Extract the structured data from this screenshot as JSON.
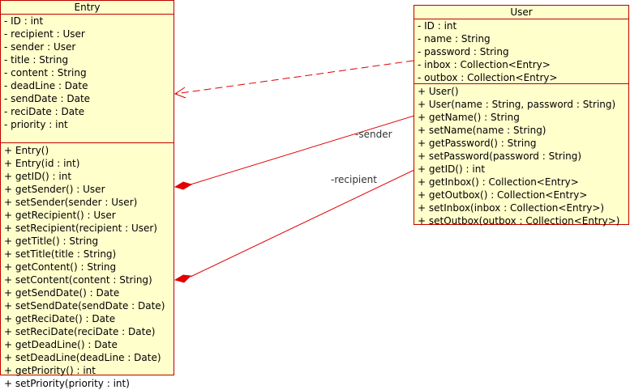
{
  "colors": {
    "border": "#c00000",
    "fill": "#ffffcc",
    "link": "#e00000"
  },
  "classes": {
    "entry": {
      "name": "Entry",
      "attributes": [
        "- ID : int",
        "- recipient : User",
        "- sender : User",
        "- title : String",
        "- content : String",
        "- deadLine : Date",
        "- sendDate : Date",
        "- reciDate : Date",
        "- priority : int"
      ],
      "operations": [
        "+ Entry()",
        "+ Entry(id : int)",
        "+ getID() : int",
        "+ getSender() : User",
        "+ setSender(sender : User)",
        "+ getRecipient() : User",
        "+ setRecipient(recipient : User)",
        "+ getTitle() : String",
        "+ setTitle(title : String)",
        "+ getContent() : String",
        "+ setContent(content : String)",
        "+ getSendDate() : Date",
        "+ setSendDate(sendDate : Date)",
        "+ getReciDate() : Date",
        "+ setReciDate(reciDate : Date)",
        "+ getDeadLine() : Date",
        "+ setDeadLine(deadLine : Date)",
        "+ getPriority() : int",
        "+ setPriority(priority : int)"
      ]
    },
    "user": {
      "name": "User",
      "attributes": [
        "- ID : int",
        "- name : String",
        "- password : String",
        "- inbox : Collection<Entry>",
        "- outbox : Collection<Entry>"
      ],
      "operations": [
        "+ User()",
        "+ User(name : String, password : String)",
        "+ getName() : String",
        "+ setName(name : String)",
        "+ getPassword() : String",
        "+ setPassword(password : String)",
        "+ getID() : int",
        "+ getInbox() : Collection<Entry>",
        "+ getOutbox() : Collection<Entry>",
        "+ setInbox(inbox : Collection<Entry>)",
        "+ setOutbox(outbox : Collection<Entry>)"
      ]
    }
  },
  "associations": {
    "sender_role": "-sender",
    "recipient_role": "-recipient"
  }
}
